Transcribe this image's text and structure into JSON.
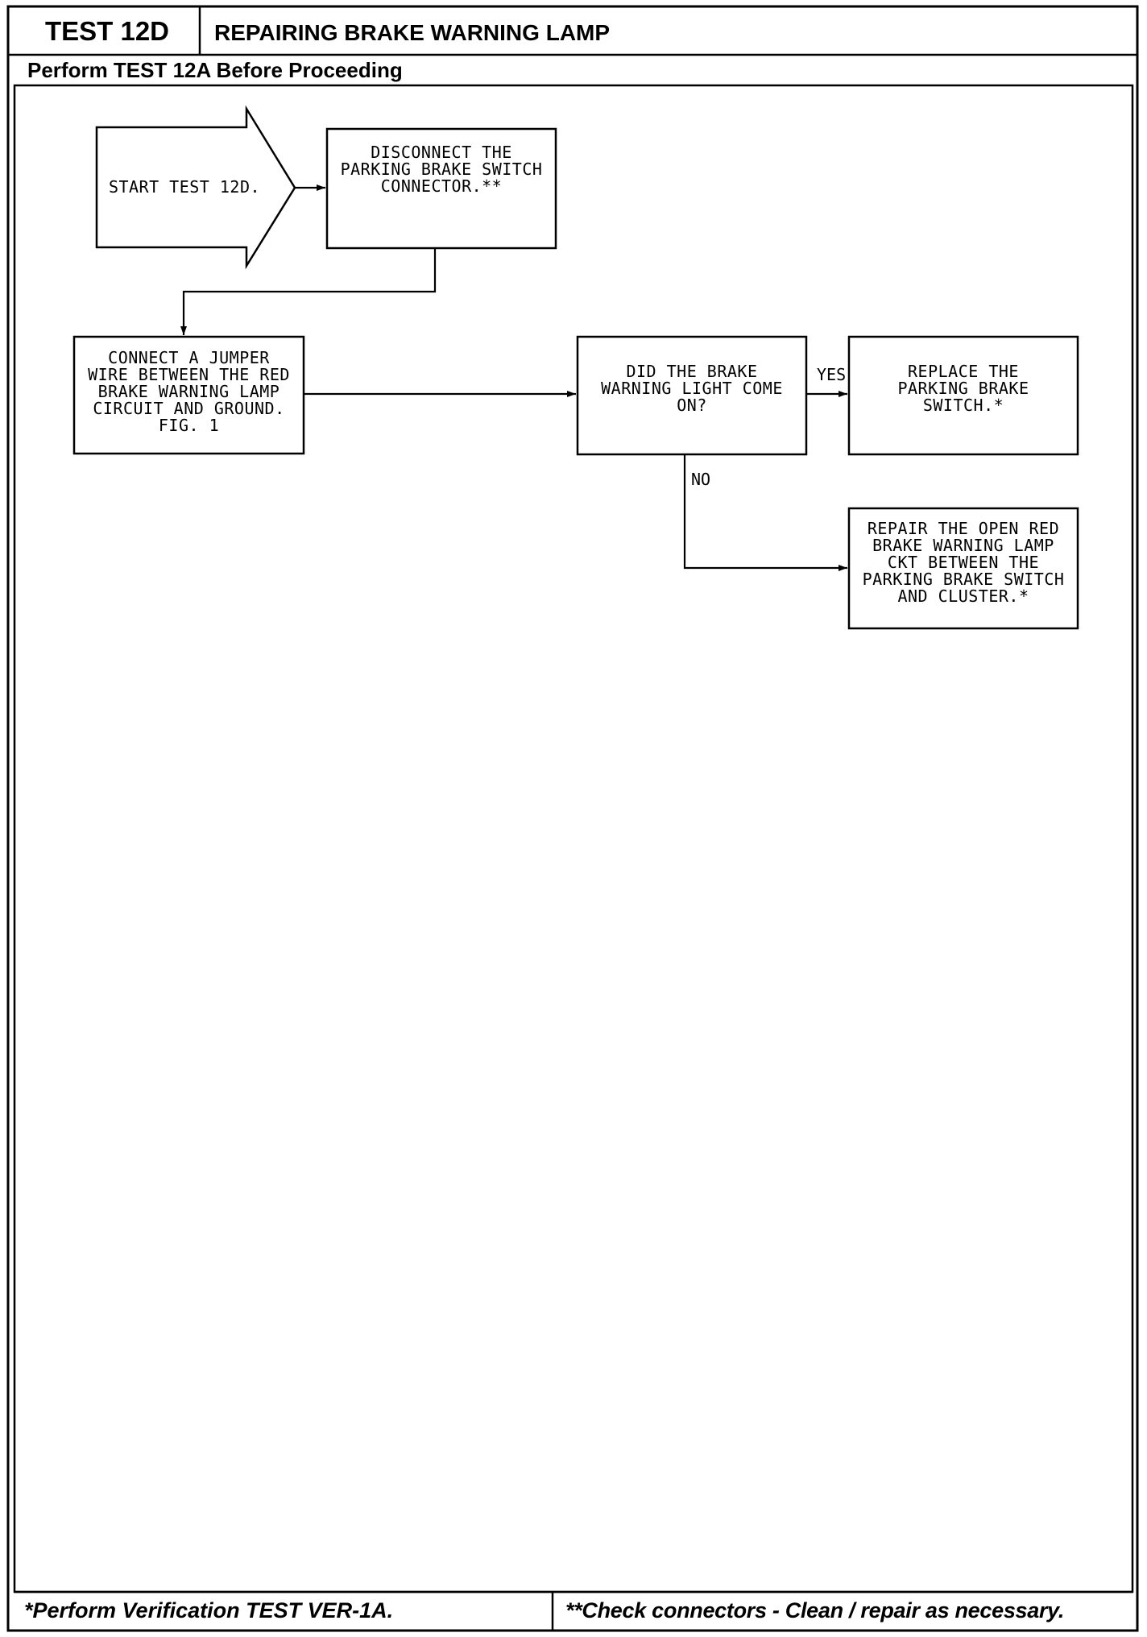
{
  "header": {
    "test_id": "TEST 12D",
    "title": "REPAIRING BRAKE WARNING LAMP",
    "prerequisite": "Perform TEST 12A Before Proceeding"
  },
  "flowchart": {
    "start": "START TEST 12D.",
    "disconnect": "DISCONNECT THE\nPARKING BRAKE SWITCH\nCONNECTOR.**",
    "connect_jumper": "CONNECT A JUMPER\nWIRE BETWEEN THE RED\nBRAKE WARNING LAMP\nCIRCUIT AND GROUND.\nFIG. 1",
    "question": "DID THE BRAKE\nWARNING LIGHT COME\nON?",
    "replace_switch": "REPLACE THE\nPARKING BRAKE\nSWITCH.*",
    "repair_circuit": "REPAIR THE OPEN RED\nBRAKE WARNING LAMP\nCKT BETWEEN THE\nPARKING BRAKE SWITCH\nAND CLUSTER.*",
    "yes_label": "YES",
    "no_label": "NO"
  },
  "footer": {
    "left_note": "*Perform Verification TEST VER-1A.",
    "right_note": "**Check connectors - Clean / repair as necessary."
  }
}
